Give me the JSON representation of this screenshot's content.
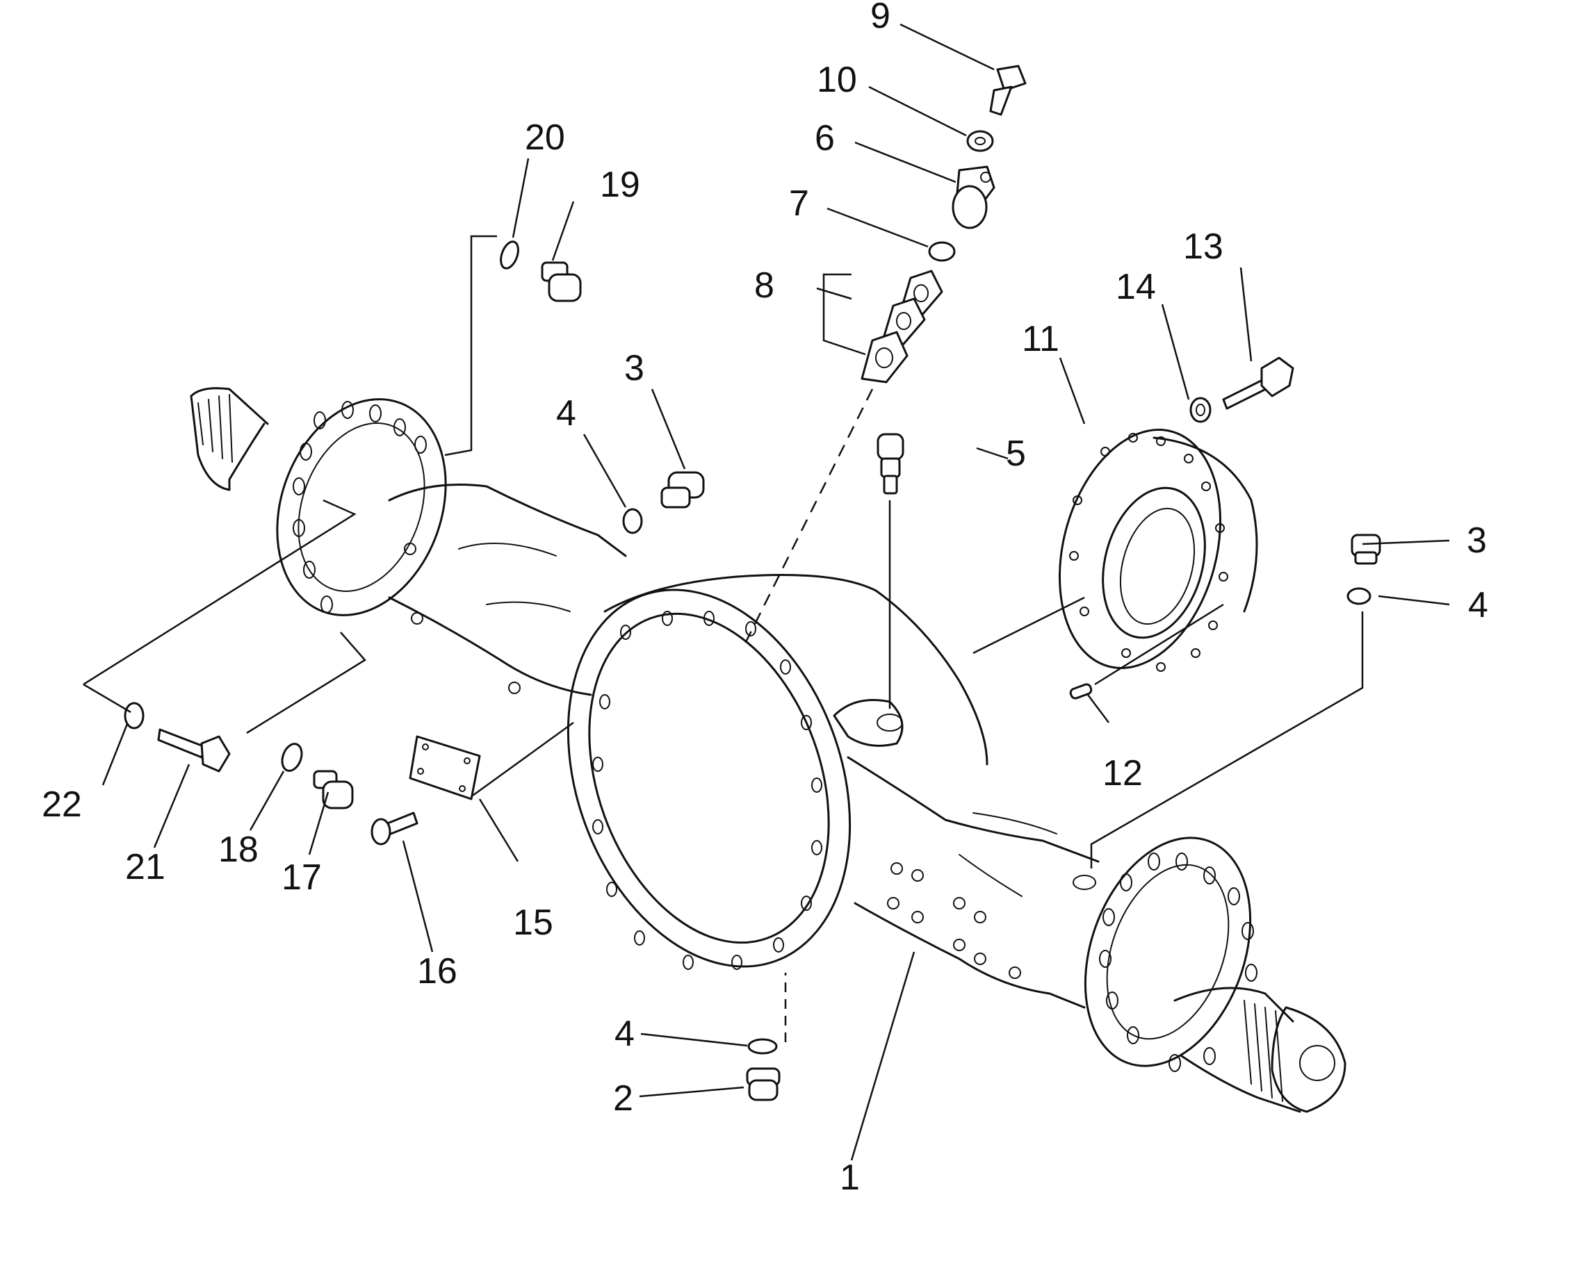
{
  "diagram": {
    "callouts": [
      {
        "id": "c1",
        "text": "1"
      },
      {
        "id": "c2",
        "text": "2"
      },
      {
        "id": "c3a",
        "text": "3"
      },
      {
        "id": "c3b",
        "text": "3"
      },
      {
        "id": "c4a",
        "text": "4"
      },
      {
        "id": "c4b",
        "text": "4"
      },
      {
        "id": "c4c",
        "text": "4"
      },
      {
        "id": "c5",
        "text": "5"
      },
      {
        "id": "c6",
        "text": "6"
      },
      {
        "id": "c7",
        "text": "7"
      },
      {
        "id": "c8",
        "text": "8"
      },
      {
        "id": "c9",
        "text": "9"
      },
      {
        "id": "c10",
        "text": "10"
      },
      {
        "id": "c11",
        "text": "11"
      },
      {
        "id": "c12",
        "text": "12"
      },
      {
        "id": "c13",
        "text": "13"
      },
      {
        "id": "c14",
        "text": "14"
      },
      {
        "id": "c15",
        "text": "15"
      },
      {
        "id": "c16",
        "text": "16"
      },
      {
        "id": "c17",
        "text": "17"
      },
      {
        "id": "c18",
        "text": "18"
      },
      {
        "id": "c19",
        "text": "19"
      },
      {
        "id": "c20",
        "text": "20"
      },
      {
        "id": "c21",
        "text": "21"
      },
      {
        "id": "c22",
        "text": "22"
      }
    ]
  }
}
